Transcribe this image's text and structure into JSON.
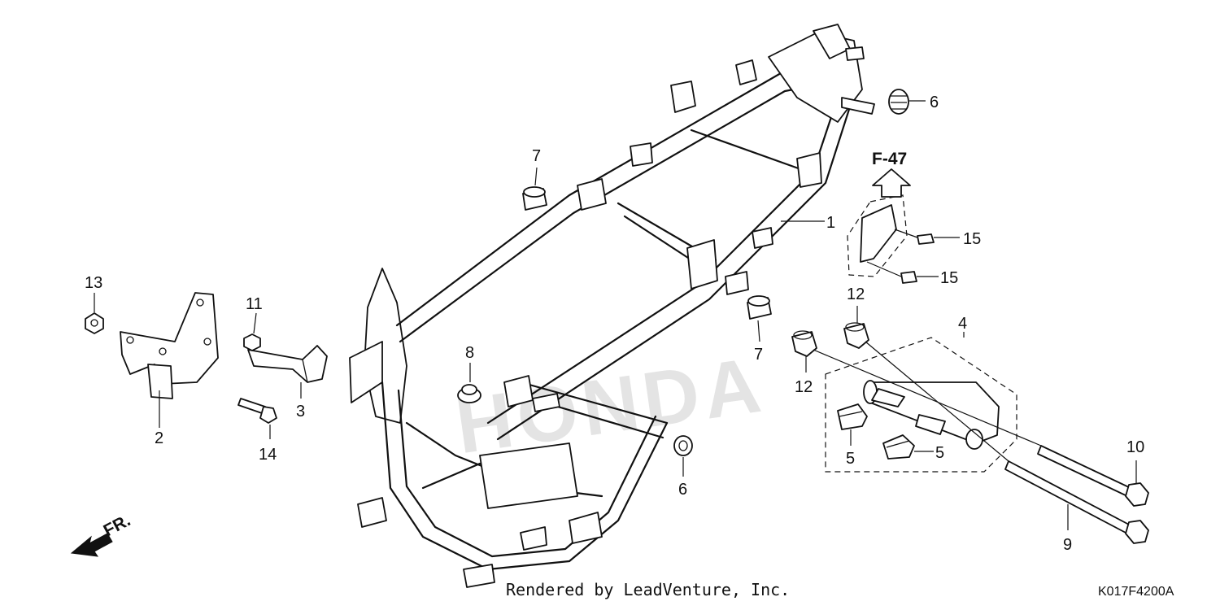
{
  "diagram": {
    "callouts": {
      "p1": "1",
      "p2": "2",
      "p3": "3",
      "p4": "4",
      "p5a": "5",
      "p5b": "5",
      "p6a": "6",
      "p6b": "6",
      "p7a": "7",
      "p7b": "7",
      "p8": "8",
      "p9": "9",
      "p10": "10",
      "p11": "11",
      "p12a": "12",
      "p12b": "12",
      "p13": "13",
      "p14": "14",
      "p15a": "15",
      "p15b": "15"
    },
    "reference": "F-47",
    "direction": "FR.",
    "watermark": "HONDA",
    "credit": "Rendered by LeadVenture, Inc.",
    "diagram_code": "K017F4200A"
  }
}
